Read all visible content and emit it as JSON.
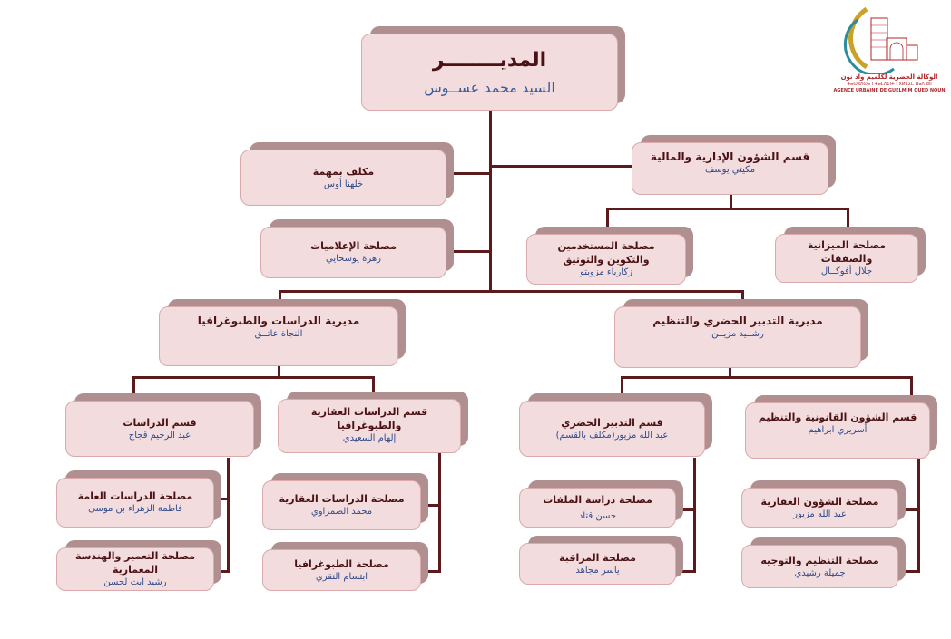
{
  "logo": {
    "arabic": "الوكالة الحضرية لكلميم واد نون",
    "tifinagh": "ⵜⴰⵙⵓⴷⵙⴰ ⵏ ⵜⴰⵎⴷⵉⵏⵜ ⵏ ⴳⵍⵎⵉⵎ ⵡⴰⴷ ⵏⵓⵏ",
    "french": "AGENCE URBAINE DE GUELMIM OUED NOUN",
    "colors": {
      "arc_gold": "#c9a227",
      "arc_teal": "#2a8c9e",
      "building": "#b0262a"
    }
  },
  "colors": {
    "box_fill": "#f2dcdd",
    "box_shadow": "#b08f90",
    "title_text": "#4a1214",
    "name_text": "#2f4a8a",
    "connector": "#5b1a1c"
  },
  "director": {
    "title": "المديــــــــر",
    "name": "السيد محمد عســوس"
  },
  "admin_finance": {
    "title": "قسم الشؤون الإدارية والمالية",
    "name": "مكيتي يوسف"
  },
  "mission": {
    "title": "مكلف بمهمة",
    "name": "خلهنا أوس"
  },
  "it_service": {
    "title": "مصلحة الإعلاميات",
    "name": "زهرة يوسحايي"
  },
  "hr_service": {
    "title_line1": "مصلحة المستخدمين",
    "title_line2": "والتكوين والتوثيق",
    "name": "زكارياء مزويتو"
  },
  "budget_service": {
    "title": "مصلحة الميزانية والصفقات",
    "name": "جلال أفوكــال"
  },
  "studies_directorate": {
    "title": "مديرية الدراسات والطبوغرافيا",
    "name": "النجاة عاتــق"
  },
  "urban_directorate": {
    "title": "مديرية التدبير الحضري والتنظيم",
    "name": "رشــيد مزيــن"
  },
  "studies_division": {
    "title": "قسم الدراسات",
    "name": "عبد الرحيم قجاج"
  },
  "land_topo_division": {
    "title": "قسم الدراسات العقارية والطبوغرافيا",
    "name": "إلهام السعيدي"
  },
  "urban_mgmt_division": {
    "title": "قسم التدبير الحضري",
    "name": "عبد الله مزيور(مكلف بالقسم)"
  },
  "legal_division": {
    "title": "قسم الشؤون القانونية والتنظيم",
    "name": "أسريري ابراهيم"
  },
  "general_studies": {
    "title": "مصلحة الدراسات العامة",
    "name": "فاطمة الزهراء بن موسى"
  },
  "architecture": {
    "title": "مصلحة التعمير والهندسة المعمارية",
    "name": "رشيد ايت لحسن"
  },
  "land_studies": {
    "title": "مصلحة الدراسات العقارية",
    "name": "محمد الضمراوي"
  },
  "topography": {
    "title": "مصلحة الطبوغرافيا",
    "name": "ابتسام النقري"
  },
  "files_study": {
    "title": "مصلحة دراسة الملفات",
    "name": "حسن قتاد"
  },
  "control": {
    "title": "مصلحة المراقبة",
    "name": "ياسر مجاهد"
  },
  "land_affairs": {
    "title": "مصلحة الشؤون العقارية",
    "name": "عبد الله مزيور"
  },
  "regulation": {
    "title": "مصلحة التنظيم والتوجيه",
    "name": "جميلة رشيدي"
  }
}
